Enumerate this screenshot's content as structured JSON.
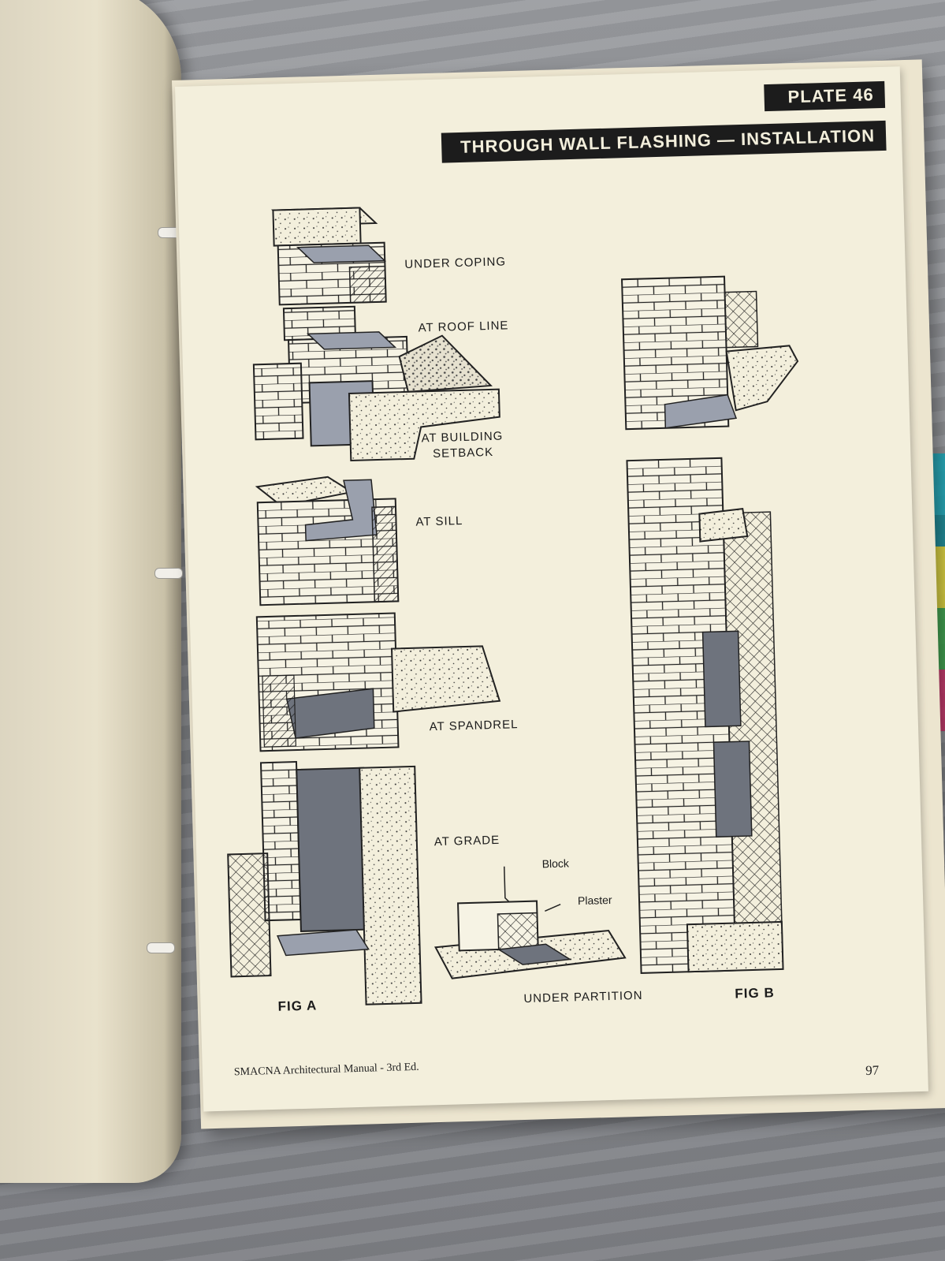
{
  "plate": "PLATE 46",
  "title": "THROUGH WALL FLASHING — INSTALLATION",
  "details": {
    "under_coping": "UNDER COPING",
    "at_roof_line": "AT ROOF LINE",
    "at_building_setback_1": "AT BUILDING",
    "at_building_setback_2": "SETBACK",
    "at_sill": "AT SILL",
    "at_spandrel": "AT SPANDREL",
    "at_grade": "AT GRADE",
    "block": "Block",
    "plaster": "Plaster",
    "under_partition": "UNDER PARTITION",
    "fig_a": "FIG A",
    "fig_b": "FIG B"
  },
  "footer": "SMACNA Architectural Manual - 3rd Ed.",
  "page_number": "97",
  "colors": {
    "page": "#f3efdc",
    "ink": "#1c1c1c",
    "flashing": "#9aa0ad",
    "tabs": [
      "#1aa7b8",
      "#e5d93a",
      "#3aa64a",
      "#d0336b"
    ]
  }
}
